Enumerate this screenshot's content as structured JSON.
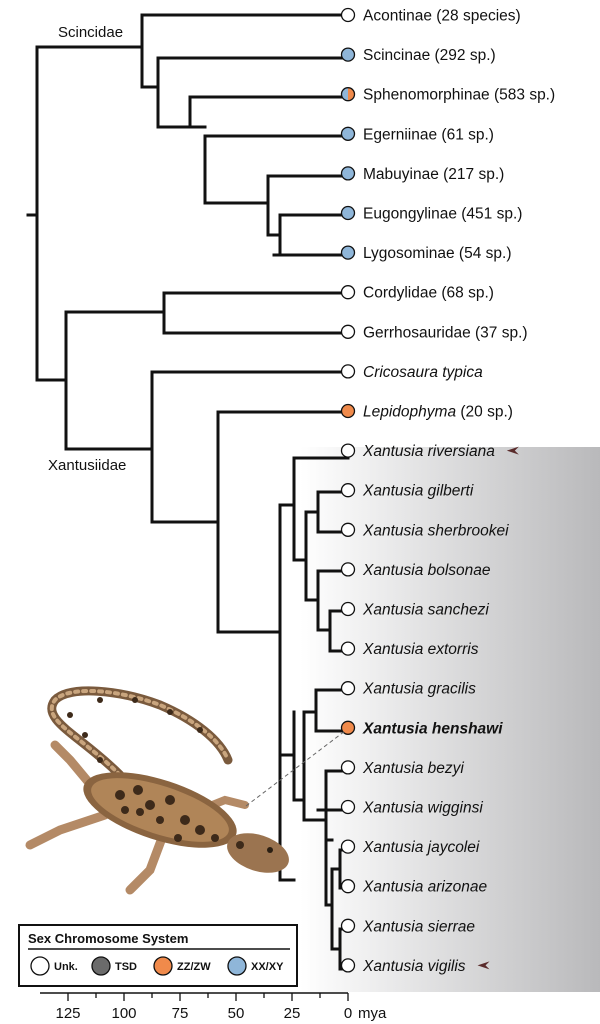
{
  "colors": {
    "unknown": "#ffffff",
    "tsd": "#6b6b6b",
    "zzzw": "#f08a4b",
    "xxxy": "#8fb6d9",
    "shade_start": "#ffffff",
    "shade_end": "#b9b9bb"
  },
  "clade_labels": {
    "scincidae": "Scincidae",
    "xantusiidae": "Xantusiidae"
  },
  "taxa": [
    {
      "label": "Acontinae (28 species)",
      "state": "unknown",
      "italic": false
    },
    {
      "label": "Scincinae (292 sp.)",
      "state": "xxxy",
      "italic": false
    },
    {
      "label": "Sphenomorphinae (583 sp.)",
      "state": "mixed",
      "italic": false
    },
    {
      "label": "Egerniinae (61 sp.)",
      "state": "xxxy",
      "italic": false
    },
    {
      "label": "Mabuyinae (217 sp.)",
      "state": "xxxy",
      "italic": false
    },
    {
      "label": "Eugongylinae (451 sp.)",
      "state": "xxxy",
      "italic": false
    },
    {
      "label": "Lygosominae (54 sp.)",
      "state": "xxxy",
      "italic": false
    },
    {
      "label": "Cordylidae (68 sp.)",
      "state": "unknown",
      "italic": false
    },
    {
      "label": "Gerrhosauridae (37 sp.)",
      "state": "unknown",
      "italic": false
    },
    {
      "label": "Cricosaura typica",
      "state": "unknown",
      "italic": true
    },
    {
      "label_italic": "Lepidophyma",
      "label_suffix": " (20 sp.)",
      "state": "zzzw",
      "italic": true
    },
    {
      "label": "Xantusia riversiana",
      "state": "unknown",
      "italic": true,
      "arrow": true
    },
    {
      "label": "Xantusia gilberti",
      "state": "unknown",
      "italic": true
    },
    {
      "label": "Xantusia sherbrookei",
      "state": "unknown",
      "italic": true
    },
    {
      "label": "Xantusia bolsonae",
      "state": "unknown",
      "italic": true
    },
    {
      "label": "Xantusia sanchezi",
      "state": "unknown",
      "italic": true
    },
    {
      "label": "Xantusia extorris",
      "state": "unknown",
      "italic": true
    },
    {
      "label": "Xantusia gracilis",
      "state": "unknown",
      "italic": true
    },
    {
      "label": "Xantusia henshawi",
      "state": "zzzw",
      "italic": true,
      "bold": true
    },
    {
      "label": "Xantusia bezyi",
      "state": "unknown",
      "italic": true
    },
    {
      "label": "Xantusia wigginsi",
      "state": "unknown",
      "italic": true
    },
    {
      "label": "Xantusia jaycolei",
      "state": "unknown",
      "italic": true
    },
    {
      "label": "Xantusia arizonae",
      "state": "unknown",
      "italic": true
    },
    {
      "label": "Xantusia sierrae",
      "state": "unknown",
      "italic": true
    },
    {
      "label": "Xantusia vigilis",
      "state": "unknown",
      "italic": true,
      "arrow": true
    }
  ],
  "legend": {
    "title": "Sex Chromosome System",
    "items": [
      {
        "label": "Unk.",
        "state": "unknown"
      },
      {
        "label": "TSD",
        "state": "tsd"
      },
      {
        "label": "ZZ/ZW",
        "state": "zzzw"
      },
      {
        "label": "XX/XY",
        "state": "xxxy"
      }
    ]
  },
  "axis": {
    "ticks": [
      "125",
      "100",
      "75",
      "50",
      "25",
      "0"
    ],
    "unit": "mya"
  },
  "photo": {
    "subject": "lizard-photo"
  }
}
